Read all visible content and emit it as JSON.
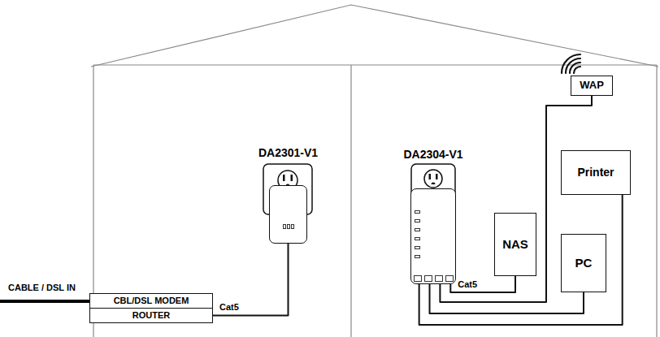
{
  "diagram": {
    "nodes": [
      {
        "text": [
          "WAP"
        ]
      },
      {
        "text": [
          "DA2301-V1"
        ]
      },
      {
        "text": [
          "DA2304-V1"
        ]
      },
      {
        "text": [
          "Printer"
        ]
      },
      {
        "text": [
          "NAS"
        ]
      },
      {
        "text": [
          "PC"
        ]
      },
      {
        "text": [
          "CBL/DSL MODEM"
        ]
      },
      {
        "text": [
          "ROUTER"
        ]
      }
    ],
    "edges": [
      {
        "from": 7,
        "to": 1,
        "label": "Cat5",
        "arrow": "none"
      },
      {
        "from": 2,
        "to": 4,
        "label": "Cat5",
        "arrow": "none"
      },
      {
        "from": 2,
        "to": 0,
        "arrow": "none"
      },
      {
        "from": 2,
        "to": 5,
        "arrow": "none"
      },
      {
        "from": 2,
        "to": 3,
        "arrow": "none"
      }
    ],
    "labels": [
      "CABLE / DSL IN"
    ]
  }
}
